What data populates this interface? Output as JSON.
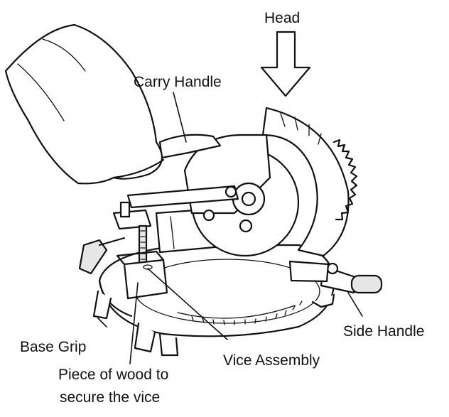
{
  "labels": {
    "head": "Head",
    "carry_handle": "Carry Handle",
    "side_handle": "Side Handle",
    "base_grip": "Base Grip",
    "vice_assembly": "Vice Assembly",
    "piece_of_wood_line1": "Piece of wood to",
    "piece_of_wood_line2": "secure the vice"
  },
  "icons": {
    "direction_arrow": "down-arrow-icon"
  },
  "colors": {
    "line": "#111111",
    "background": "#ffffff",
    "shade": "#e6e6e6"
  }
}
